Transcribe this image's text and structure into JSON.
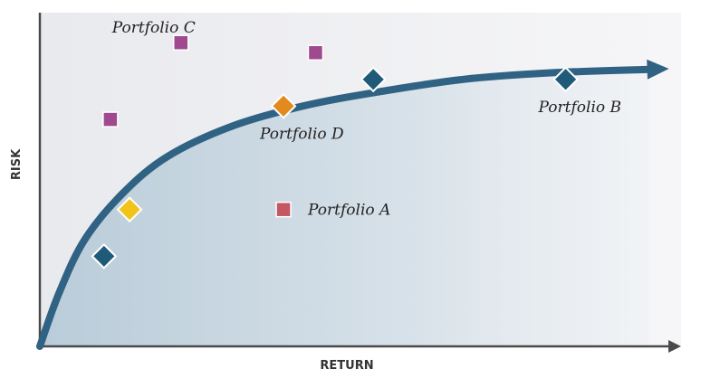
{
  "chart_data": {
    "type": "scatter",
    "title": "",
    "xlabel": "RETURN",
    "ylabel": "RISK",
    "xlim": [
      0,
      100
    ],
    "ylim": [
      0,
      100
    ],
    "grid": false,
    "frontier": {
      "x": [
        0,
        3,
        7,
        13,
        20,
        30,
        41,
        52,
        66,
        80,
        95
      ],
      "y": [
        0,
        16,
        32,
        46,
        57,
        66,
        72,
        76,
        80,
        82,
        83
      ]
    },
    "points": [
      {
        "label": "",
        "shape": "diamond",
        "color": "#1f5a78",
        "x": 10,
        "y": 27
      },
      {
        "label": "",
        "shape": "diamond",
        "color": "#f2c318",
        "x": 14,
        "y": 41
      },
      {
        "label": "Portfolio D",
        "shape": "diamond",
        "color": "#e28a1e",
        "x": 38,
        "y": 72
      },
      {
        "label": "",
        "shape": "diamond",
        "color": "#1f5a78",
        "x": 52,
        "y": 80
      },
      {
        "label": "Portfolio B",
        "shape": "diamond",
        "color": "#1f5a78",
        "x": 82,
        "y": 80
      },
      {
        "label": "Portfolio A",
        "shape": "square",
        "color": "#c45762",
        "x": 38,
        "y": 41
      },
      {
        "label": "",
        "shape": "square",
        "color": "#a0498f",
        "x": 11,
        "y": 68
      },
      {
        "label": "Portfolio C",
        "shape": "square",
        "color": "#a0498f",
        "x": 22,
        "y": 91
      },
      {
        "label": "",
        "shape": "square",
        "color": "#a0498f",
        "x": 43,
        "y": 88
      }
    ]
  }
}
